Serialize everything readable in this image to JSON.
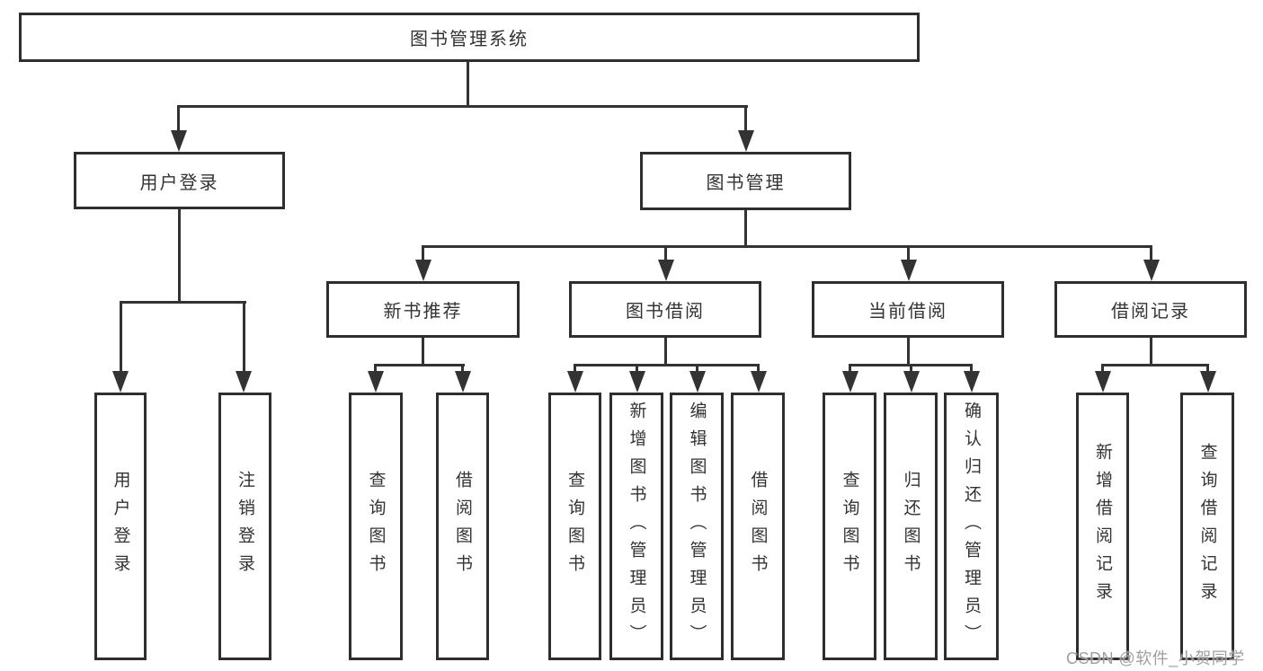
{
  "diagram": {
    "root": {
      "label": "图书管理系统"
    },
    "children": [
      {
        "label": "用户登录",
        "children": [
          {
            "label": "用户登录"
          },
          {
            "label": "注销登录"
          }
        ]
      },
      {
        "label": "图书管理",
        "children": [
          {
            "label": "新书推荐",
            "children": [
              {
                "label": "查询图书"
              },
              {
                "label": "借阅图书"
              }
            ]
          },
          {
            "label": "图书借阅",
            "children": [
              {
                "label": "查询图书"
              },
              {
                "label": "新增图书（管理员）"
              },
              {
                "label": "编辑图书（管理员）"
              },
              {
                "label": "借阅图书"
              }
            ]
          },
          {
            "label": "当前借阅",
            "children": [
              {
                "label": "查询图书"
              },
              {
                "label": "归还图书"
              },
              {
                "label": "确认归还（管理员）"
              }
            ]
          },
          {
            "label": "借阅记录",
            "children": [
              {
                "label": "新增借阅记录"
              },
              {
                "label": "查询借阅记录"
              }
            ]
          }
        ]
      }
    ]
  },
  "colors": {
    "line": "#333333",
    "box_border": "#2e2e2e",
    "text": "#333333",
    "watermark": "#9a9a9a",
    "background": "#ffffff"
  },
  "watermark": {
    "text": "CSDN @软件_小贺同学"
  }
}
